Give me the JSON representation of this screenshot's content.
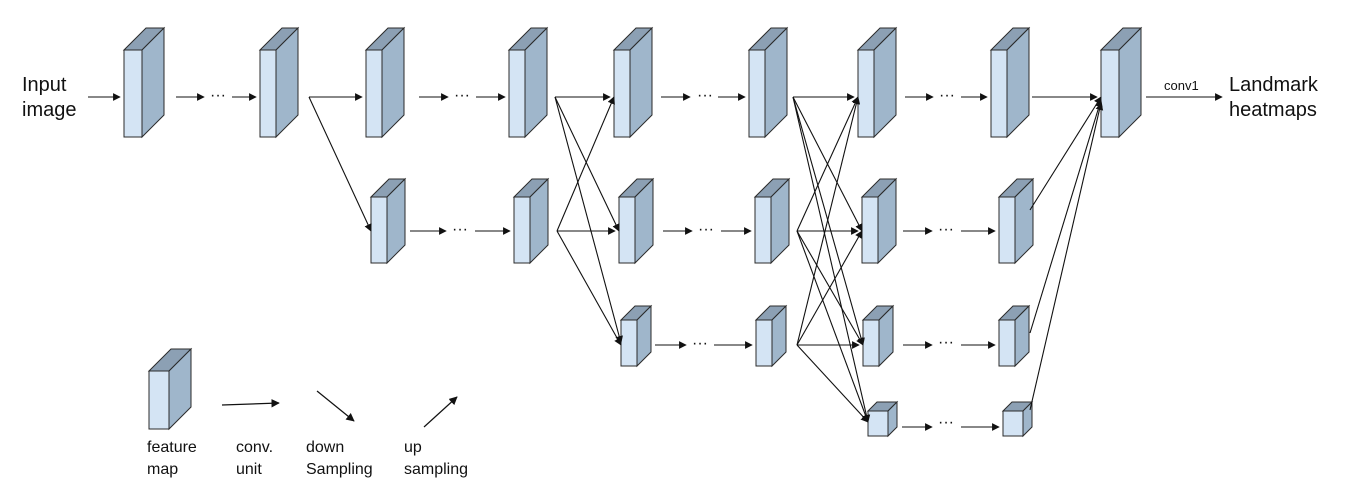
{
  "labels": {
    "input_line1": "Input",
    "input_line2": "image",
    "output_line1": "Landmark",
    "output_line2": "heatmaps",
    "final_conv": "conv1",
    "ellipsis": "···"
  },
  "legend": {
    "feature_map": [
      "feature",
      "map"
    ],
    "conv_unit": [
      "conv.",
      "unit"
    ],
    "down_sampling": [
      "down",
      "Sampling"
    ],
    "up_sampling": [
      "up",
      "sampling"
    ]
  },
  "colors": {
    "box_front": "#d4e4f4",
    "box_side": "#9fb6cb",
    "box_top": "#8ca0b4",
    "stroke": "#2b2b2b",
    "arrow": "#111111"
  }
}
